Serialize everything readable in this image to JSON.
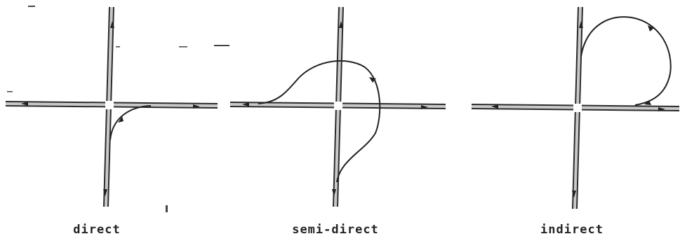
{
  "diagrams": [
    {
      "id": "direct",
      "caption": "direct"
    },
    {
      "id": "semi-direct",
      "caption": "semi-direct"
    },
    {
      "id": "indirect",
      "caption": "indirect"
    }
  ],
  "colors": {
    "line": "#222222",
    "road_center": "#c9c9c9",
    "background": "#ffffff"
  }
}
